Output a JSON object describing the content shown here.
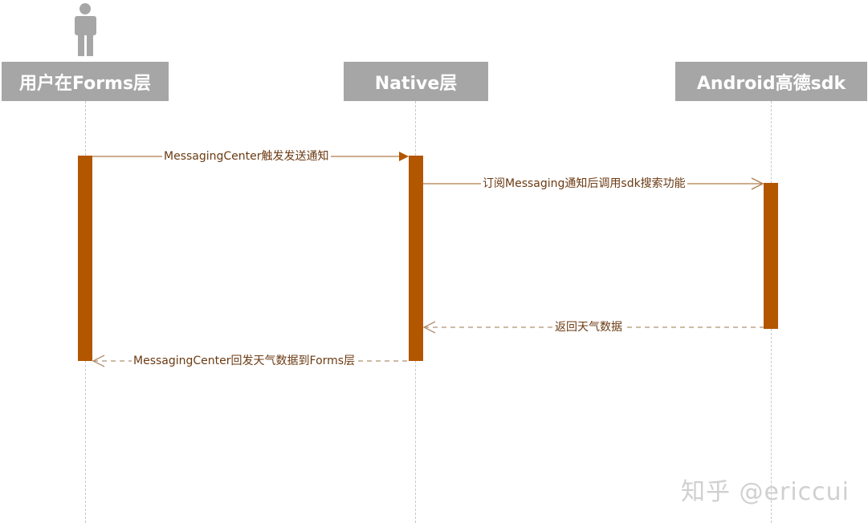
{
  "diagram": {
    "type": "sequence",
    "participants": [
      {
        "id": "forms",
        "label": "用户在Forms层",
        "has_actor_icon": true
      },
      {
        "id": "native",
        "label": "Native层",
        "has_actor_icon": false
      },
      {
        "id": "amap",
        "label": "Android高德sdk",
        "has_actor_icon": false
      }
    ],
    "messages": [
      {
        "from": "forms",
        "to": "native",
        "label": "MessagingCenter触发发送通知",
        "style": "solid",
        "arrowhead": "filled"
      },
      {
        "from": "native",
        "to": "amap",
        "label": "订阅Messaging通知后调用sdk搜索功能",
        "style": "solid",
        "arrowhead": "open"
      },
      {
        "from": "amap",
        "to": "native",
        "label": "返回天气数据",
        "style": "dashed",
        "arrowhead": "open"
      },
      {
        "from": "native",
        "to": "forms",
        "label": "MessagingCenter回发天气数据到Forms层",
        "style": "dashed",
        "arrowhead": "open"
      }
    ],
    "colors": {
      "header_bg": "#a6a6a6",
      "header_text": "#ffffff",
      "activation": "#b35600",
      "arrow": "#b07c4a",
      "label_text": "#6b3a12",
      "lifeline": "#c8c8c8"
    }
  },
  "watermark": "知乎 @ericcui"
}
